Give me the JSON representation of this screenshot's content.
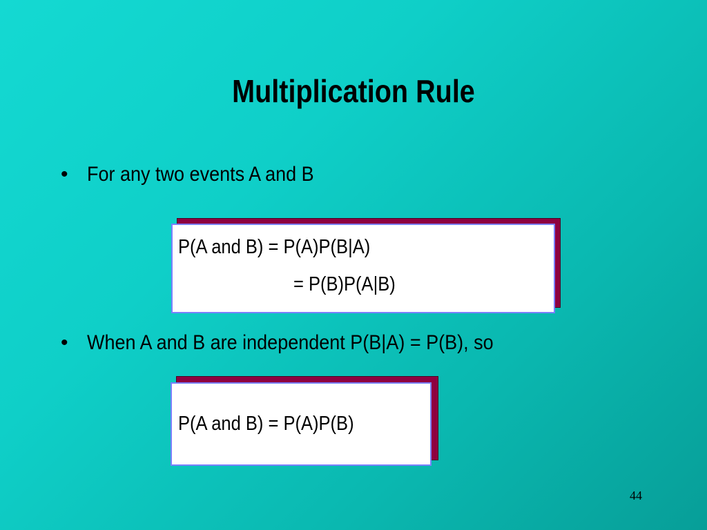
{
  "slide": {
    "title": "Multiplication Rule",
    "bullets": [
      {
        "marker": "•",
        "text": "For any two events A and B"
      },
      {
        "marker": "•",
        "text": "When A and B are independent P(B|A) = P(B), so"
      }
    ],
    "formula_boxes": [
      {
        "lines": [
          "P(A and B) = P(A)P(B|A)",
          "= P(B)P(A|B)"
        ]
      },
      {
        "lines": [
          "P(A and B) = P(A)P(B)"
        ]
      }
    ],
    "page_number": "44"
  },
  "colors": {
    "background": "#0fcfc8",
    "box_shadow": "#8e0040",
    "box_border": "#7a80ff",
    "box_fill": "#ffffff"
  }
}
